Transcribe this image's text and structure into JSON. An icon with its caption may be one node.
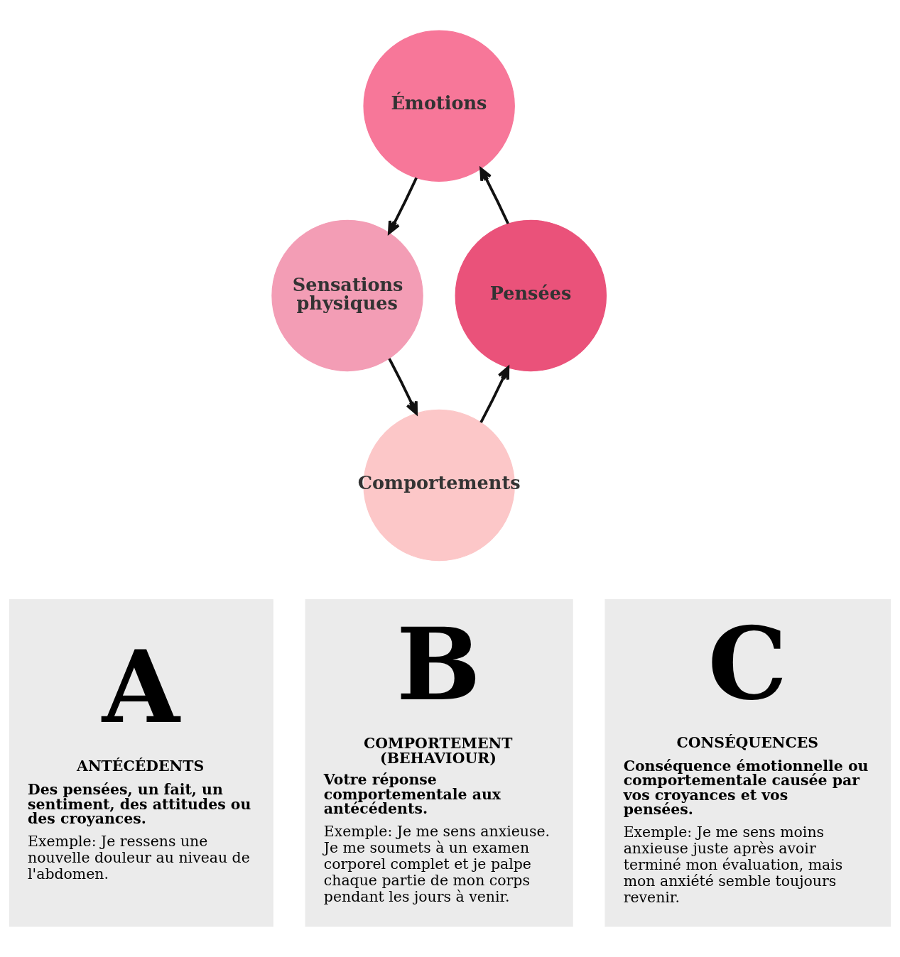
{
  "diagram": {
    "nodes": [
      {
        "text": [
          "Émotions"
        ]
      },
      {
        "text": [
          "Sensations physiques"
        ]
      },
      {
        "text": [
          "Comportements"
        ]
      },
      {
        "text": [
          "Pensées"
        ]
      },
      {
        "text": [
          "A",
          "ANTÉCÉDENTS",
          "Des pensées, un fait, un sentiment, des attitudes ou des croyances.",
          "Exemple: Je ressens une nouvelle douleur au niveau de l'abdomen."
        ]
      },
      {
        "text": [
          "B",
          "COMPORTEMENT (BEHAVIOUR)",
          "Votre réponse comportementale aux antécédents.",
          "Exemple: Je me sens anxieuse. Je me soumets à un examen corporel complet et je palpe chaque partie de mon corps pendant les jours à venir."
        ]
      },
      {
        "text": [
          "C",
          "CONSÉQUENCES",
          "Conséquence émotionnelle ou comportementale causée par vos croyances et vos pensées.",
          "Exemple: Je me sens moins anxieuse juste après avoir terminé mon évaluation, mais mon anxiété semble toujours revenir."
        ]
      }
    ],
    "edges": [
      {
        "from": 3,
        "to": 0,
        "arrow": "to"
      },
      {
        "from": 0,
        "to": 1,
        "arrow": "to"
      },
      {
        "from": 1,
        "to": 2,
        "arrow": "to"
      },
      {
        "from": 2,
        "to": 3,
        "arrow": "to"
      }
    ]
  }
}
